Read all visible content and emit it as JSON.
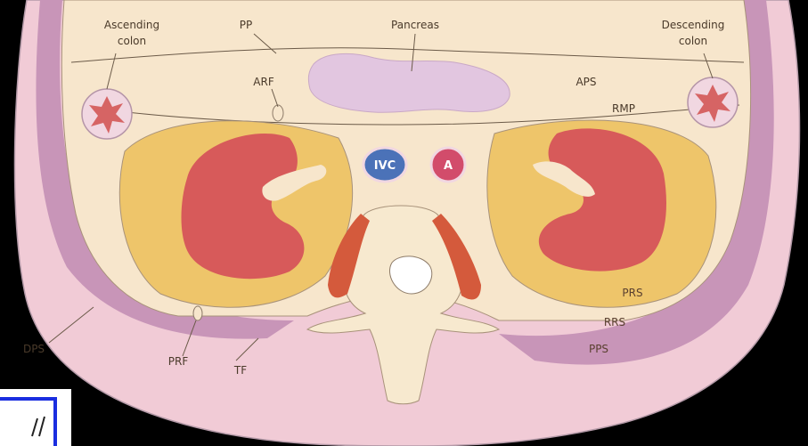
{
  "labels": {
    "ascending_colon_1": "Ascending",
    "ascending_colon_2": "colon",
    "pp": "PP",
    "pancreas": "Pancreas",
    "descending_colon_1": "Descending",
    "descending_colon_2": "colon",
    "arf": "ARF",
    "aps": "APS",
    "rmp": "RMP",
    "ivc": "IVC",
    "aorta": "A",
    "prs": "PRS",
    "rrs": "RRS",
    "pps": "PPS",
    "dps": "DPS",
    "prf": "PRF",
    "tf": "TF"
  },
  "colors": {
    "background": "#000000",
    "body_wall": "#f1cbd6",
    "muscle_outer": "#c895b8",
    "retroperitoneal_fill": "#f7e6cc",
    "perirenal_fat": "#eec56a",
    "kidney": "#d75a5a",
    "bone": "#f7e9cf",
    "psoas": "#d45a3c",
    "pancreas": "#e2c6e0",
    "ivc": "#4b72b8",
    "aorta": "#d24c6b",
    "marker_box": "#1a2ee0"
  }
}
